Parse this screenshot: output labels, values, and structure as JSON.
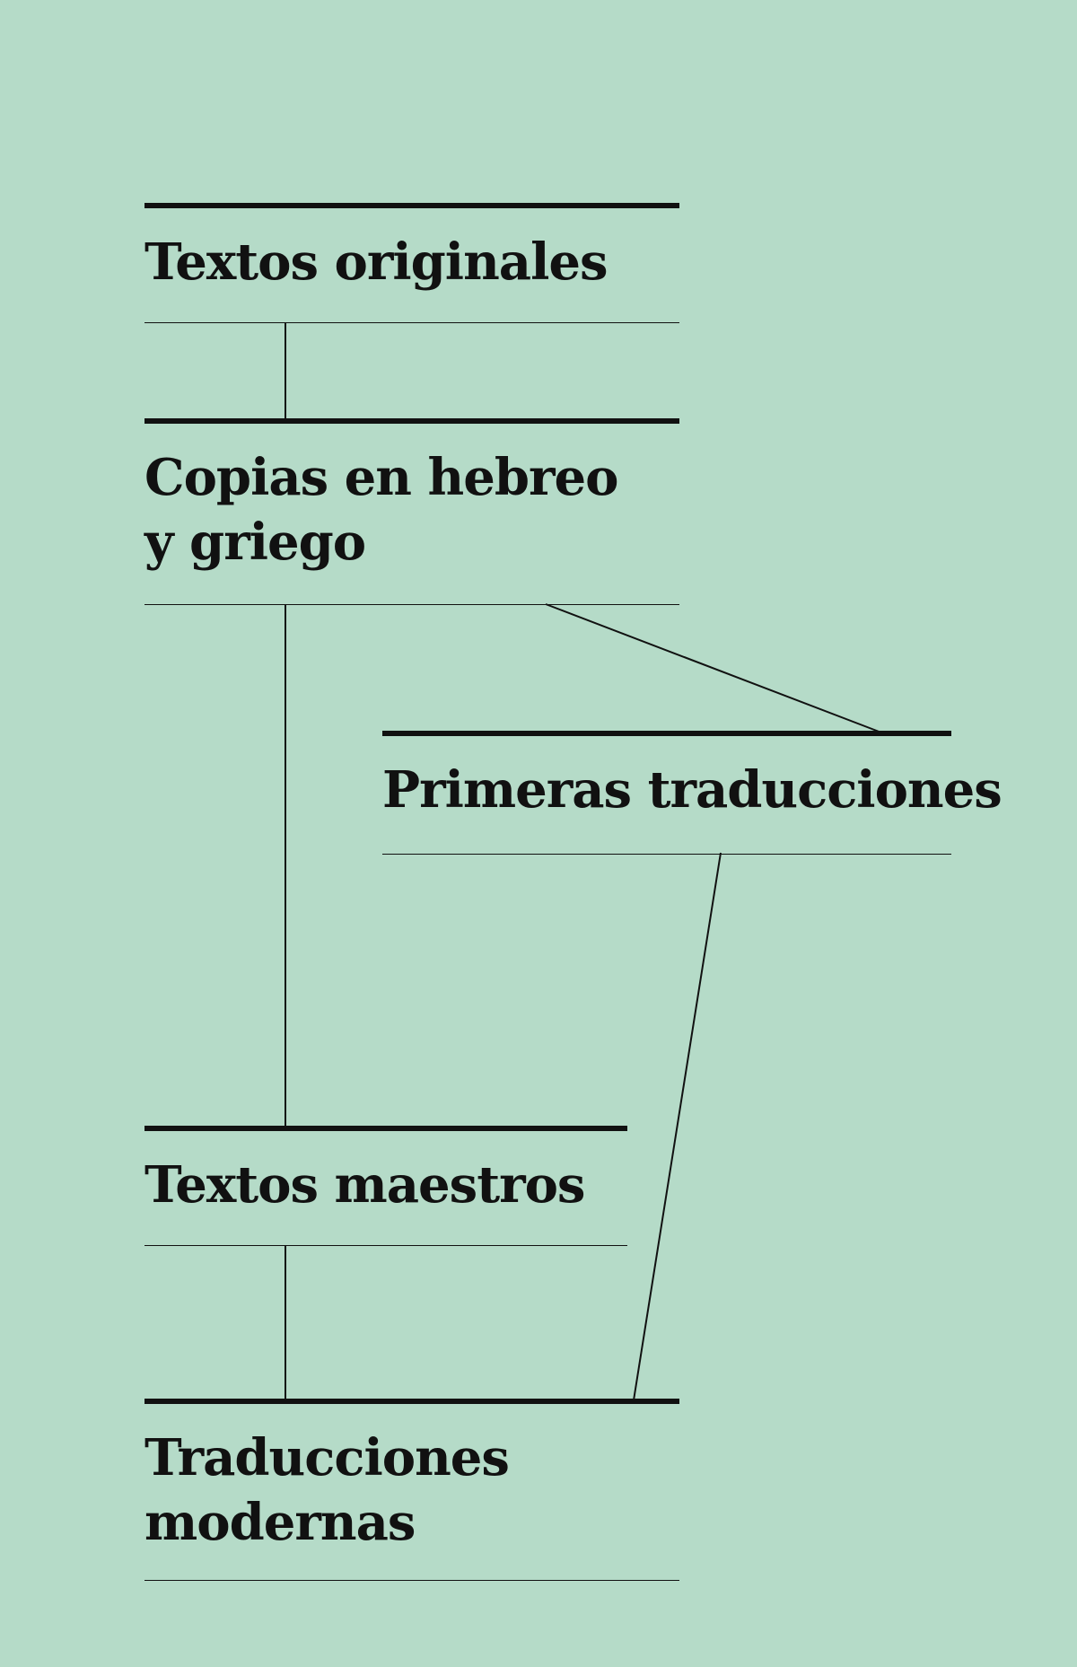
{
  "diagram": {
    "background_color": "#b5dbc8",
    "line_color": "#111111",
    "nodes": [
      {
        "id": "originales",
        "lines": [
          "Textos originales"
        ]
      },
      {
        "id": "copias",
        "lines": [
          "Copias en hebreo",
          "y griego"
        ]
      },
      {
        "id": "primeras",
        "lines": [
          "Primeras traducciones"
        ]
      },
      {
        "id": "maestros",
        "lines": [
          "Textos maestros"
        ]
      },
      {
        "id": "modernas",
        "lines": [
          "Traducciones",
          "modernas"
        ]
      }
    ],
    "edges": [
      {
        "from": "originales",
        "to": "copias"
      },
      {
        "from": "copias",
        "to": "primeras"
      },
      {
        "from": "copias",
        "to": "maestros"
      },
      {
        "from": "primeras",
        "to": "modernas"
      },
      {
        "from": "maestros",
        "to": "modernas"
      }
    ]
  }
}
